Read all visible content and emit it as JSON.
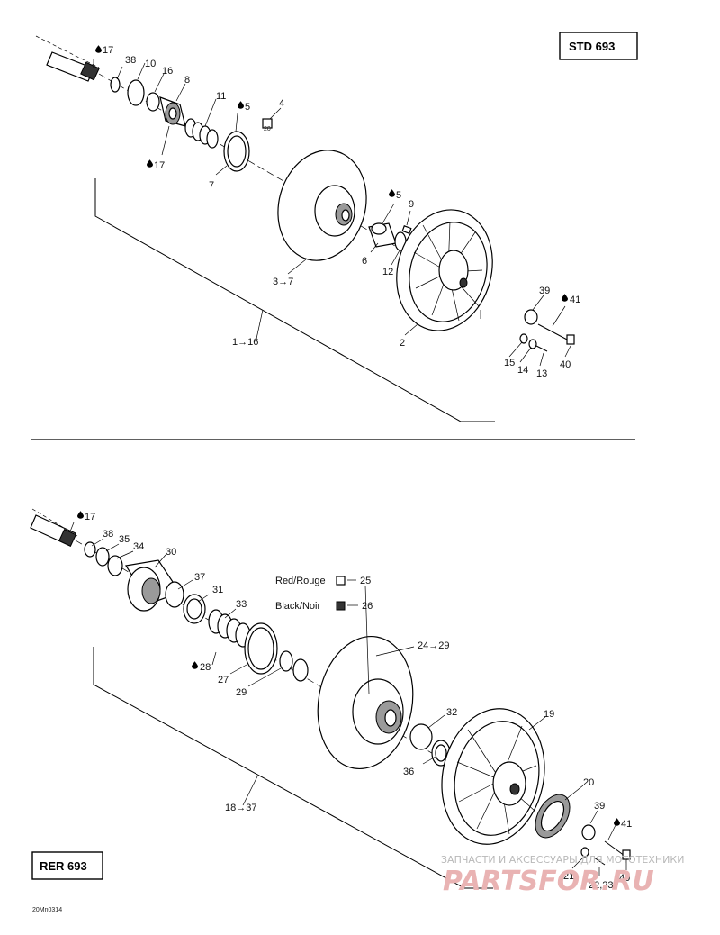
{
  "top_section": {
    "box_label": "STD 693",
    "callouts": {
      "p17a": "17",
      "p38": "38",
      "p10": "10",
      "p16": "16",
      "p8": "8",
      "p11": "11",
      "p5a": "5",
      "p4": "4",
      "p17b": "17",
      "p7": "7",
      "p5b": "5",
      "p9": "9",
      "p6": "6",
      "p12": "12",
      "p3": "3→7",
      "p39": "39",
      "p41": "41",
      "p1": "1→16",
      "p2": "2",
      "p15": "15",
      "p14": "14",
      "p13": "13",
      "p40": "40"
    }
  },
  "bottom_section": {
    "box_label": "RER 693",
    "callouts": {
      "p17": "17",
      "p38": "38",
      "p35": "35",
      "p34": "34",
      "p30": "30",
      "p37": "37",
      "p31": "31",
      "p33": "33",
      "p25": "25",
      "p26": "26",
      "p24": "24→29",
      "p28": "28",
      "p27": "27",
      "p29": "29",
      "p32": "32",
      "p36": "36",
      "p19": "19",
      "p18": "18→37",
      "p20": "20",
      "p39": "39",
      "p41": "41",
      "p21": "21",
      "p22": "22,23",
      "p40": "40"
    },
    "red_label": "Red/Rouge",
    "black_label": "Black/Noir"
  },
  "figure_code": "20Mn0314",
  "watermark": {
    "line1": "ЗАПЧАСТИ И АКСЕССУАРЫ ДЛЯ МОТОТЕХНИКИ",
    "line2": "PARTSFOR.RU"
  },
  "icons": {
    "lube": "oil-drop-icon",
    "torque": "bolt-icon"
  }
}
